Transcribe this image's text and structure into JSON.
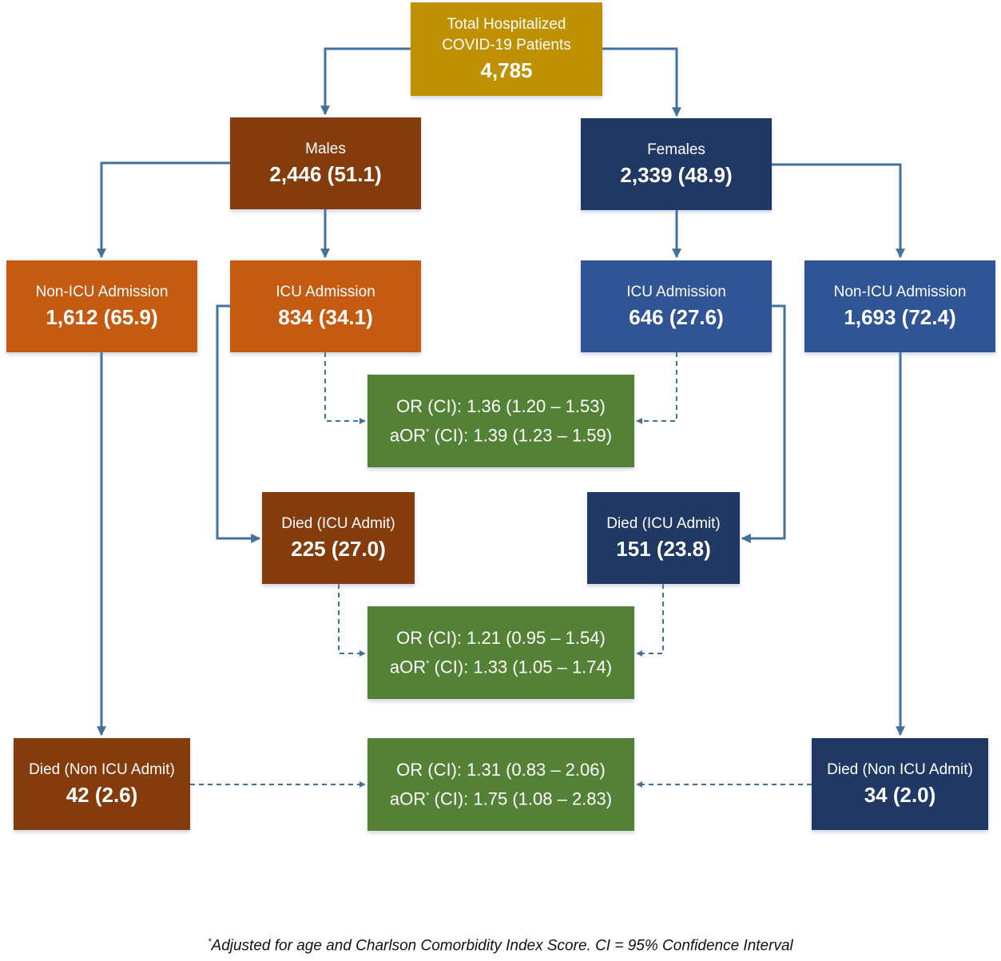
{
  "total": {
    "label_line1": "Total Hospitalized",
    "label_line2": "COVID-19 Patients",
    "value": "4,785"
  },
  "males": {
    "label": "Males",
    "value": "2,446 (51.1)"
  },
  "females": {
    "label": "Females",
    "value": "2,339 (48.9)"
  },
  "male_non_icu": {
    "label": "Non-ICU Admission",
    "value": "1,612 (65.9)"
  },
  "male_icu": {
    "label": "ICU Admission",
    "value": "834 (34.1)"
  },
  "female_icu": {
    "label": "ICU Admission",
    "value": "646 (27.6)"
  },
  "female_non_icu": {
    "label": "Non-ICU Admission",
    "value": "1,693 (72.4)"
  },
  "icu_comparison": {
    "or": "OR (CI): 1.36 (1.20 – 1.53)",
    "aor_prefix": "aOR",
    "aor_star": "*",
    "aor": " (CI): 1.39 (1.23 – 1.59)"
  },
  "male_died_icu": {
    "label": "Died (ICU Admit)",
    "value": "225 (27.0)"
  },
  "female_died_icu": {
    "label": "Died (ICU Admit)",
    "value": "151 (23.8)"
  },
  "icu_death_comparison": {
    "or": "OR (CI): 1.21 (0.95 – 1.54)",
    "aor_prefix": "aOR",
    "aor_star": "*",
    "aor": " (CI): 1.33 (1.05 – 1.74)"
  },
  "male_died_non_icu": {
    "label": "Died (Non ICU Admit)",
    "value": "42 (2.6)"
  },
  "female_died_non_icu": {
    "label": "Died (Non ICU Admit)",
    "value": "34 (2.0)"
  },
  "non_icu_death_comparison": {
    "or": "OR (CI): 1.31 (0.83 – 2.06)",
    "aor_prefix": "aOR",
    "aor_star": "*",
    "aor": " (CI): 1.75 (1.08 – 2.83)"
  },
  "footnote": {
    "star": "*",
    "text": "Adjusted for age and Charlson Comorbidity Index Score. CI = 95% Confidence Interval"
  },
  "colors": {
    "connector": "#41719C",
    "male_dark": "#843C0C",
    "male_light": "#C55A11",
    "female_dark": "#1F3864",
    "female_light": "#2F5597",
    "stat": "#538135",
    "total": "#BF9000"
  }
}
